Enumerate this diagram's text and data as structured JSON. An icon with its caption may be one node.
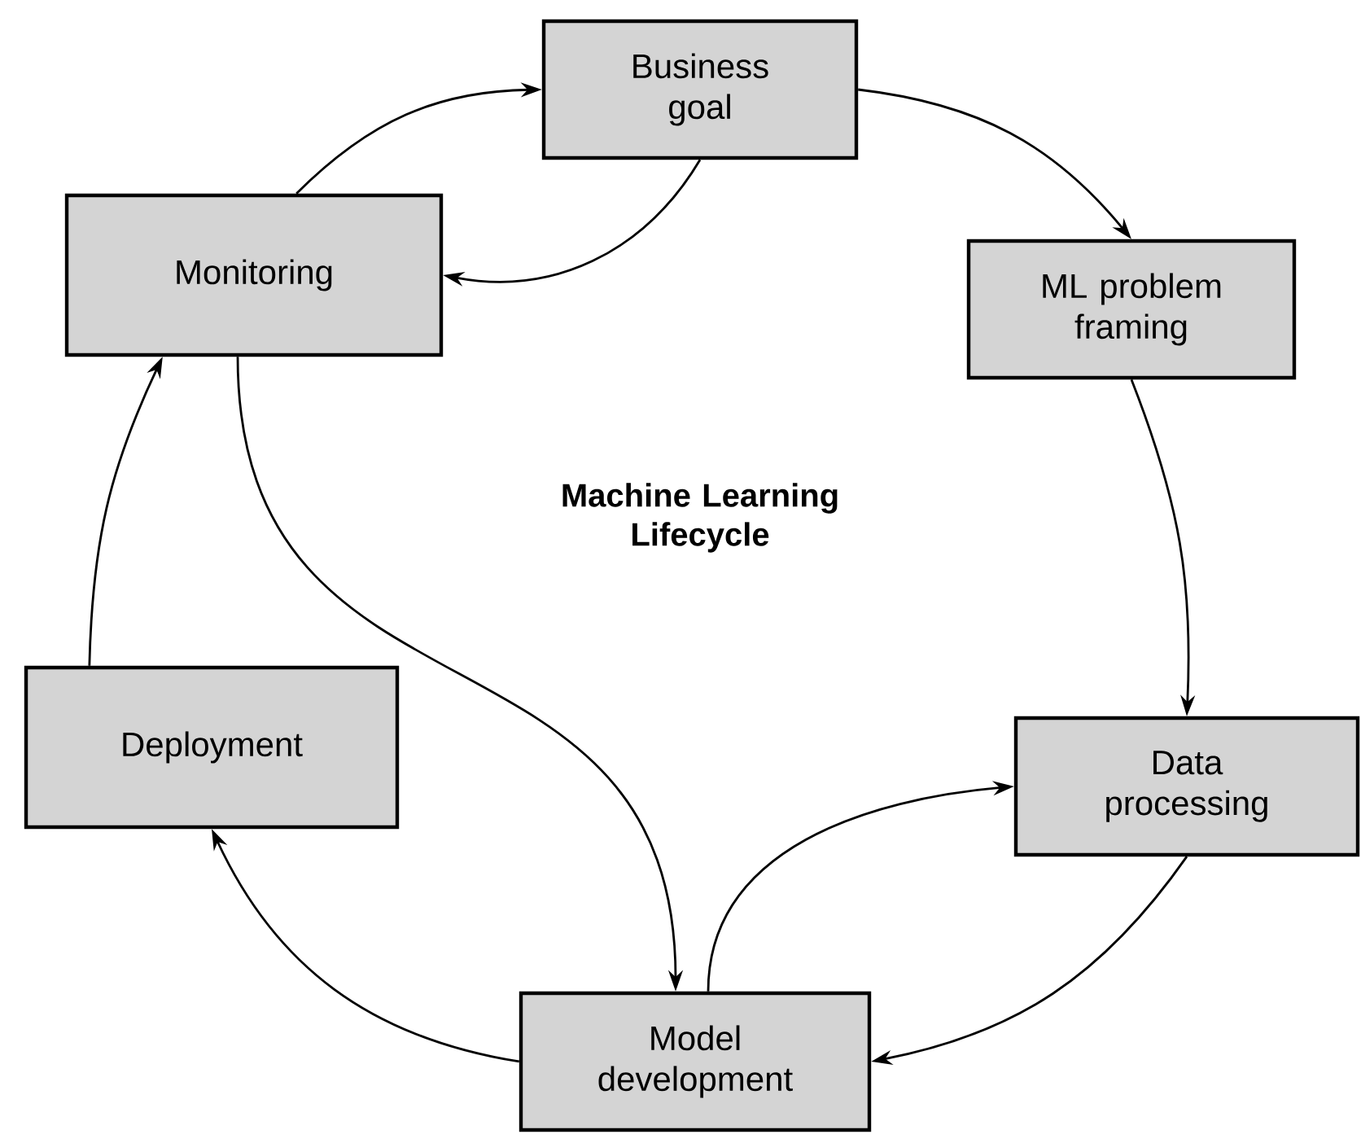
{
  "diagram": {
    "title": "Machine Learning Lifecycle",
    "nodes": [
      {
        "text": [
          "Business goal"
        ]
      },
      {
        "text": [
          "Monitoring"
        ]
      },
      {
        "text": [
          "ML problem framing"
        ]
      },
      {
        "text": [
          "Deployment"
        ]
      },
      {
        "text": [
          "Data processing"
        ]
      },
      {
        "text": [
          "Model development"
        ]
      }
    ],
    "edges": [
      {
        "from": 0,
        "to": 2,
        "arrow": "to"
      },
      {
        "from": 2,
        "to": 4,
        "arrow": "to"
      },
      {
        "from": 4,
        "to": 5,
        "arrow": "to"
      },
      {
        "from": 5,
        "to": 4,
        "arrow": "to"
      },
      {
        "from": 5,
        "to": 3,
        "arrow": "to"
      },
      {
        "from": 3,
        "to": 1,
        "arrow": "to"
      },
      {
        "from": 1,
        "to": 0,
        "arrow": "to"
      },
      {
        "from": 0,
        "to": 1,
        "arrow": "to"
      },
      {
        "from": 1,
        "to": 5,
        "arrow": "to"
      }
    ]
  }
}
